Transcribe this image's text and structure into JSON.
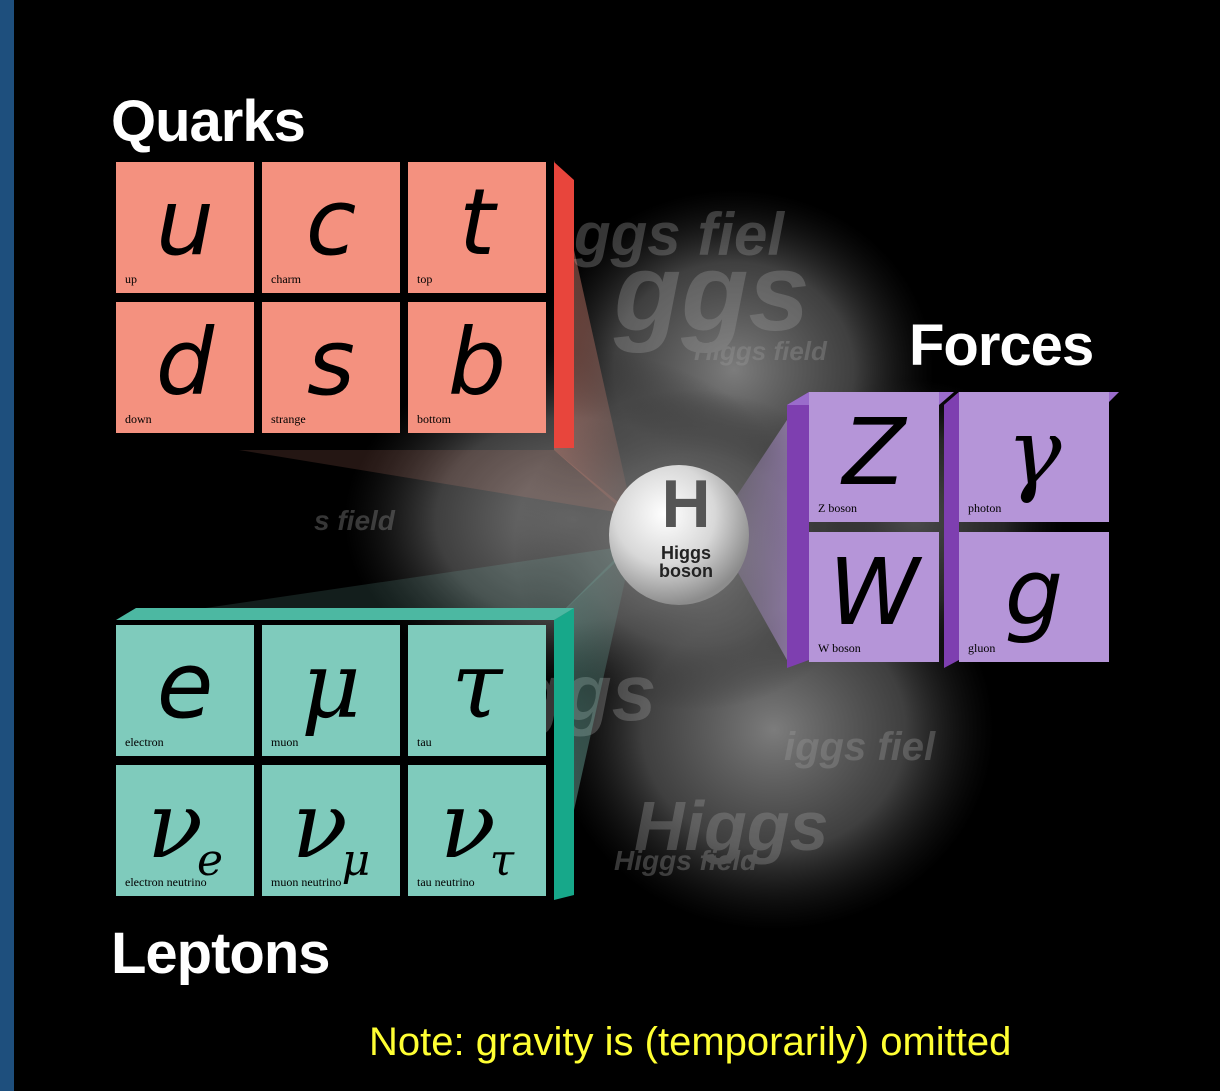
{
  "titles": {
    "quarks": "Quarks",
    "forces": "Forces",
    "leptons": "Leptons"
  },
  "quarks": [
    {
      "symbol": "u",
      "name": "up"
    },
    {
      "symbol": "c",
      "name": "charm"
    },
    {
      "symbol": "t",
      "name": "top"
    },
    {
      "symbol": "d",
      "name": "down"
    },
    {
      "symbol": "s",
      "name": "strange"
    },
    {
      "symbol": "b",
      "name": "bottom"
    }
  ],
  "leptons": [
    {
      "symbol": "e",
      "name": "electron"
    },
    {
      "symbol": "μ",
      "name": "muon"
    },
    {
      "symbol": "τ",
      "name": "tau"
    },
    {
      "symbol": "ν",
      "sub": "e",
      "name": "electron neutrino"
    },
    {
      "symbol": "ν",
      "sub": "μ",
      "name": "muon neutrino"
    },
    {
      "symbol": "ν",
      "sub": "τ",
      "name": "tau neutrino"
    }
  ],
  "forces": [
    {
      "symbol": "Z",
      "name": "Z boson"
    },
    {
      "symbol": "γ",
      "name": "photon"
    },
    {
      "symbol": "W",
      "name": "W boson"
    },
    {
      "symbol": "g",
      "name": "gluon"
    }
  ],
  "higgs": {
    "symbol": "H",
    "name_line1": "Higgs",
    "name_line2": "boson",
    "field_label": "Higgs field"
  },
  "note": "Note: gravity is (temporarily) omitted",
  "colors": {
    "quark": "#f4917f",
    "quark_side": "#e8453c",
    "lepton": "#7fcbbc",
    "lepton_side": "#17a88a",
    "force": "#b595d8",
    "force_side": "#7e3fb0",
    "note": "#ffff33"
  }
}
